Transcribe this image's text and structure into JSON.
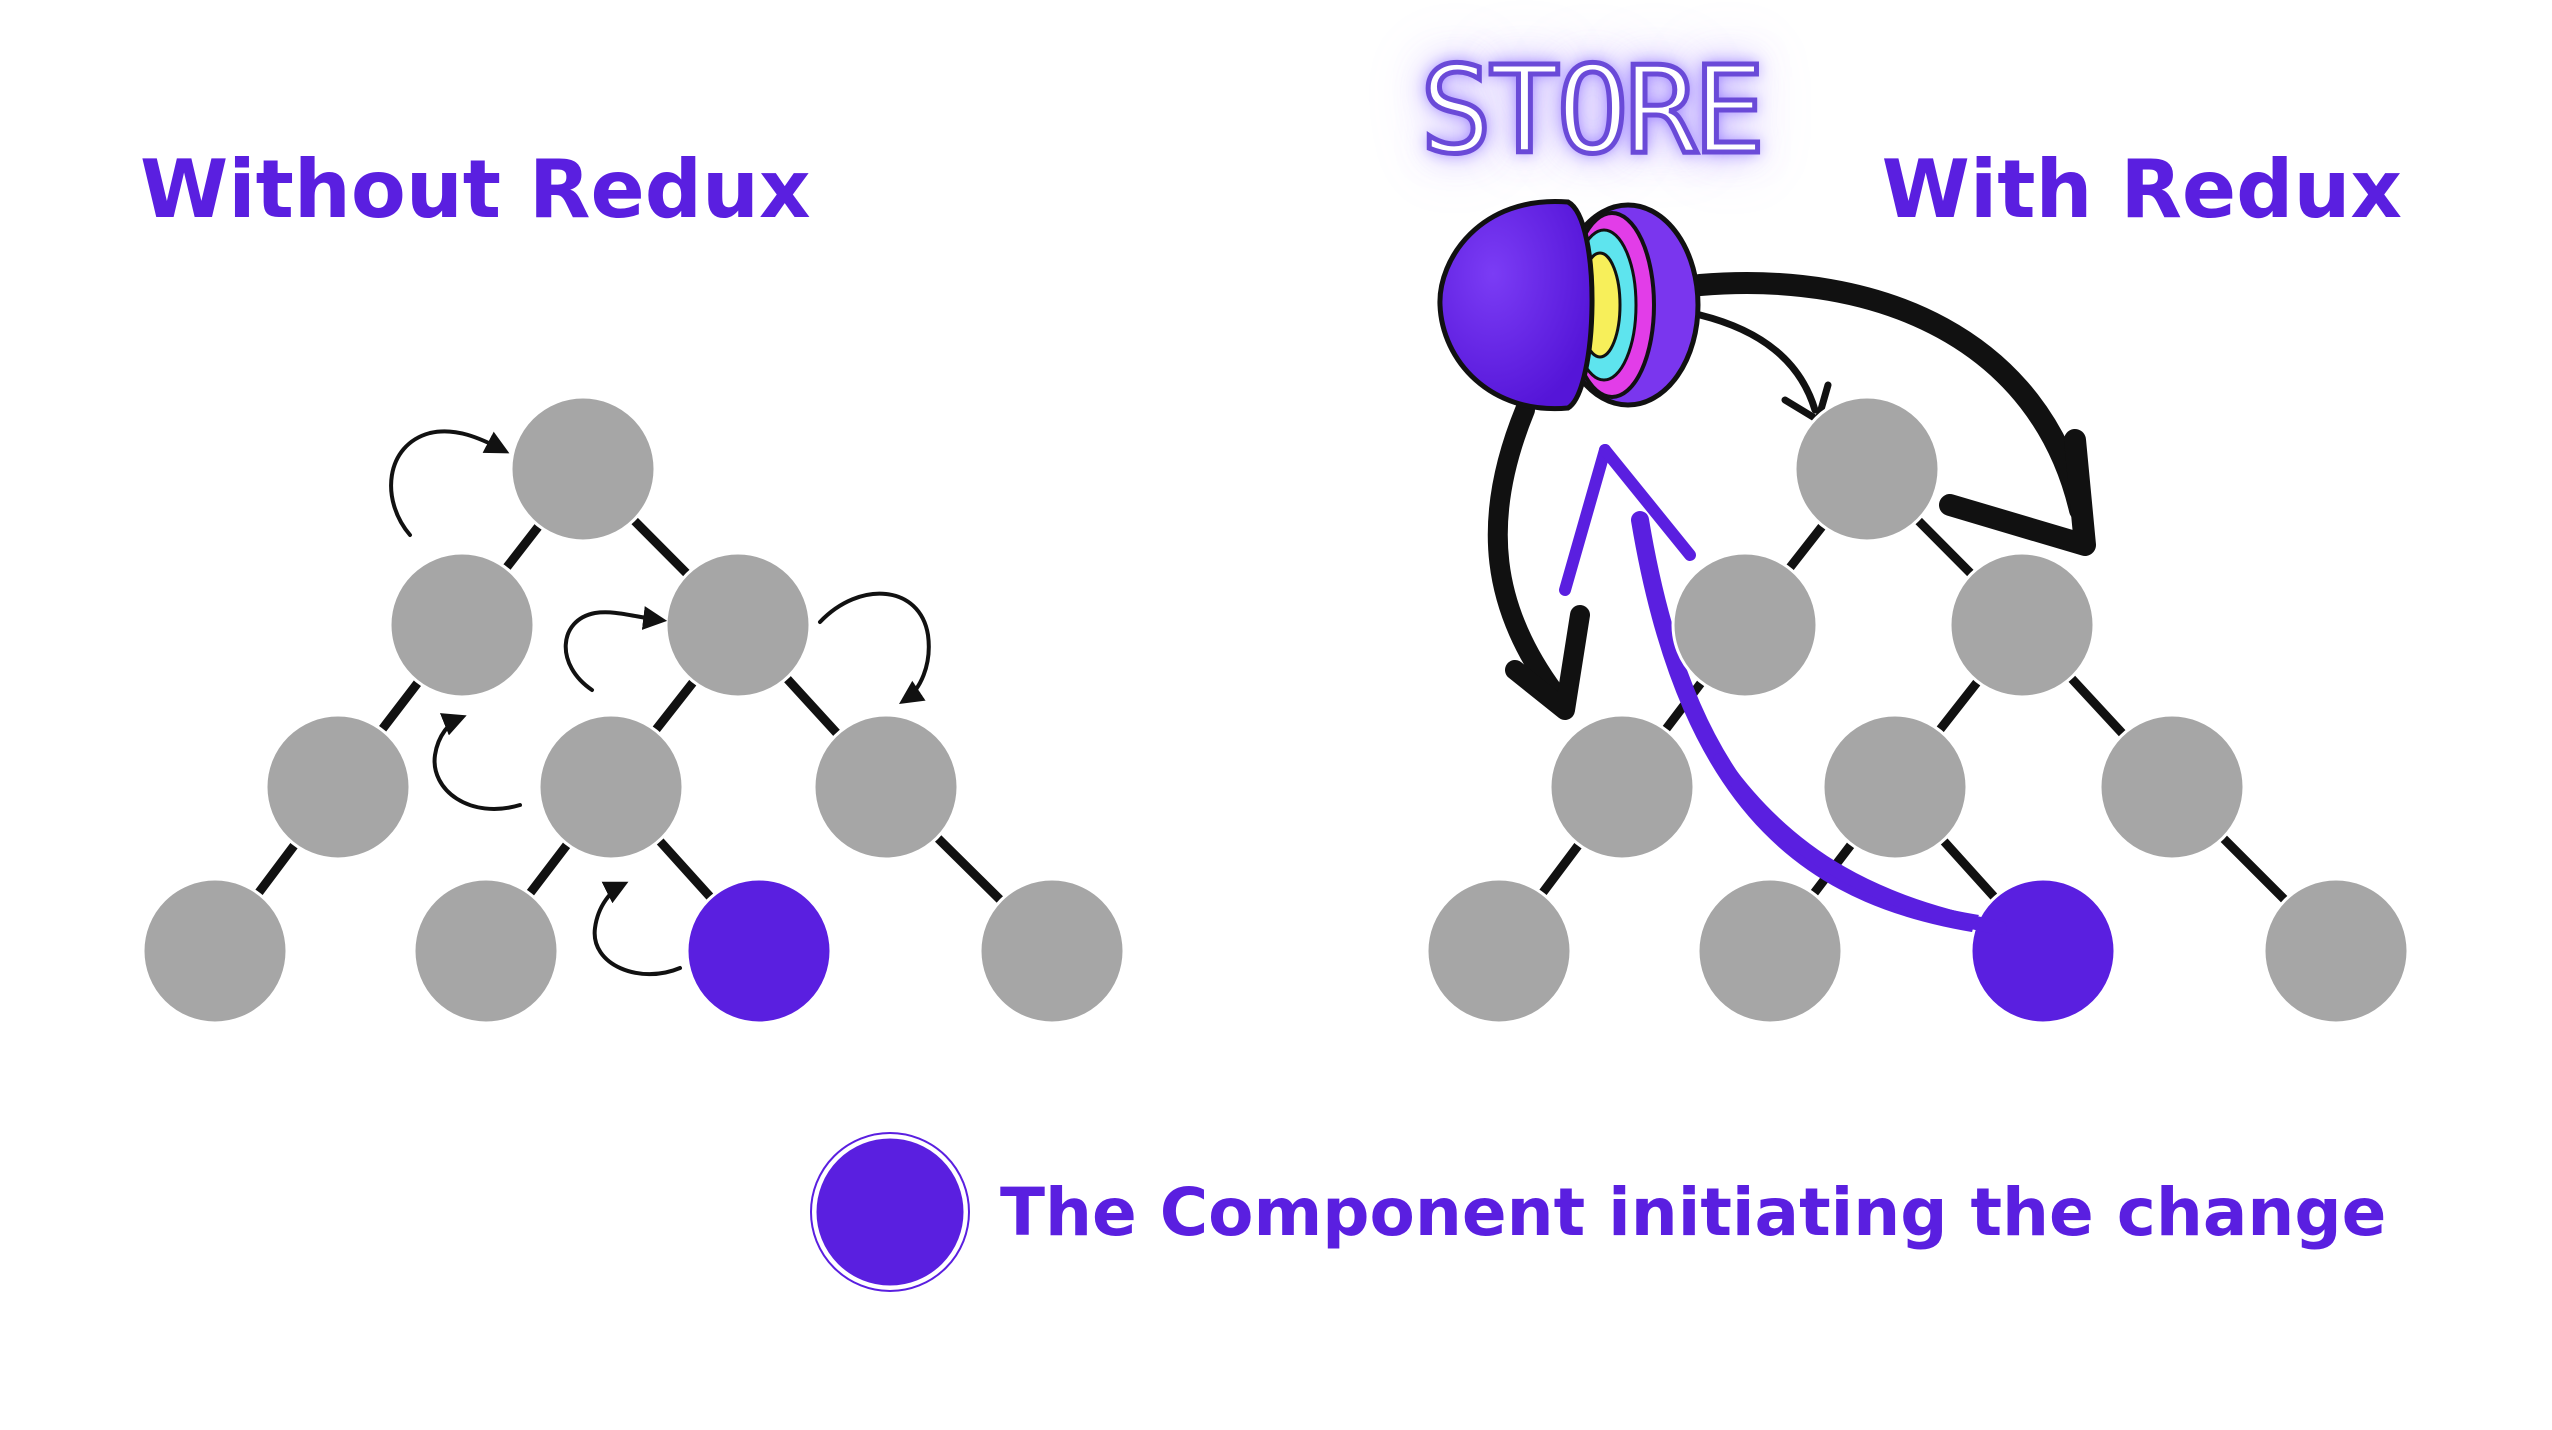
{
  "titles": {
    "left": "Without Redux",
    "right": "With Redux"
  },
  "store": {
    "label": "STORE"
  },
  "legend": {
    "text": "The Component initiating the change"
  },
  "colors": {
    "accent": "#5a1fe0",
    "node": "#a6a6a6",
    "arrow": "#111111"
  }
}
